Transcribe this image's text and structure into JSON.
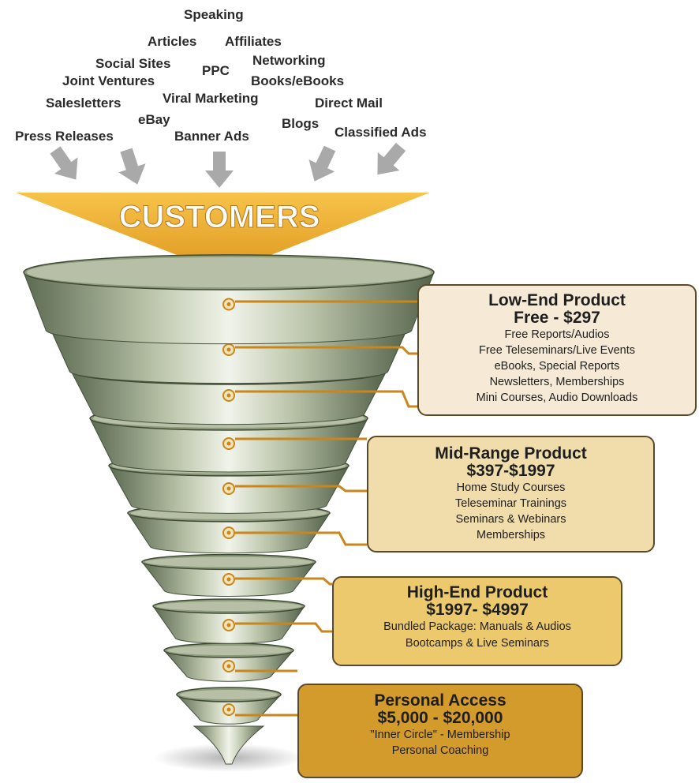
{
  "sources": [
    {
      "id": "speaking",
      "label": "Speaking"
    },
    {
      "id": "articles",
      "label": "Articles"
    },
    {
      "id": "affiliates",
      "label": "Affiliates"
    },
    {
      "id": "social-sites",
      "label": "Social Sites"
    },
    {
      "id": "ppc",
      "label": "PPC"
    },
    {
      "id": "networking",
      "label": "Networking"
    },
    {
      "id": "joint-ventures",
      "label": "Joint Ventures"
    },
    {
      "id": "books-ebooks",
      "label": "Books/eBooks"
    },
    {
      "id": "viral-marketing",
      "label": "Viral Marketing"
    },
    {
      "id": "salesletters",
      "label": "Salesletters"
    },
    {
      "id": "direct-mail",
      "label": "Direct Mail"
    },
    {
      "id": "ebay",
      "label": "eBay"
    },
    {
      "id": "blogs",
      "label": "Blogs"
    },
    {
      "id": "press-releases",
      "label": "Press Releases"
    },
    {
      "id": "banner-ads",
      "label": "Banner Ads"
    },
    {
      "id": "classified-ads",
      "label": "Classified Ads"
    }
  ],
  "funnel": {
    "label": "CUSTOMERS",
    "ring_count": 10
  },
  "tiers": [
    {
      "id": "low",
      "title": "Low-End Product",
      "price": "Free - $297",
      "items": [
        "Free Reports/Audios",
        "Free Teleseminars/Live Events",
        "eBooks, Special Reports",
        "Newsletters, Memberships",
        "Mini Courses, Audio Downloads"
      ]
    },
    {
      "id": "mid",
      "title": "Mid-Range Product",
      "price": "$397-$1997",
      "items": [
        "Home Study Courses",
        "Teleseminar Trainings",
        "Seminars & Webinars",
        "Memberships"
      ]
    },
    {
      "id": "high",
      "title": "High-End Product",
      "price": "$1997- $4997",
      "items": [
        "Bundled Package: Manuals & Audios",
        "Bootcamps & Live Seminars"
      ]
    },
    {
      "id": "pers",
      "title": "Personal Access",
      "price": "$5,000 - $20,000",
      "items": [
        "\"Inner Circle\" - Membership",
        "Personal Coaching"
      ]
    }
  ],
  "colors": {
    "banner": "#f0b43a",
    "ring_dark": "#5d6a51",
    "ring_light": "#dfe6d0",
    "connector": "#c8861d",
    "arrow": "#a9a9a9"
  }
}
